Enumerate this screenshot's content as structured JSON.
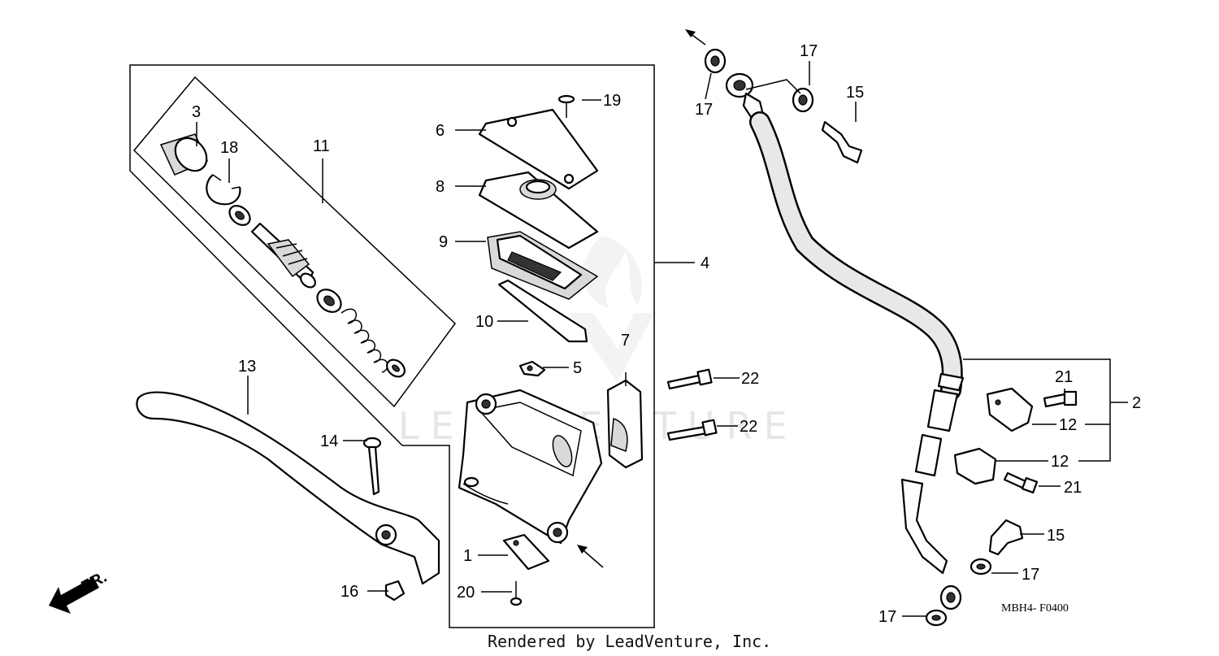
{
  "diagram": {
    "code": "MBH4- F0400",
    "footer": "Rendered by LeadVenture, Inc.",
    "watermark": "LEADVENTURE",
    "orientation_label": "FR.",
    "callouts": {
      "c1": "1",
      "c2": "2",
      "c3": "3",
      "c4": "4",
      "c5": "5",
      "c6": "6",
      "c7": "7",
      "c8": "8",
      "c9": "9",
      "c10": "10",
      "c11": "11",
      "c12a": "12",
      "c12b": "12",
      "c13": "13",
      "c14": "14",
      "c15a": "15",
      "c15b": "15",
      "c16": "16",
      "c17a": "17",
      "c17b": "17",
      "c17c": "17",
      "c17d": "17",
      "c18": "18",
      "c19": "19",
      "c20": "20",
      "c21a": "21",
      "c21b": "21",
      "c22a": "22",
      "c22b": "22"
    }
  }
}
